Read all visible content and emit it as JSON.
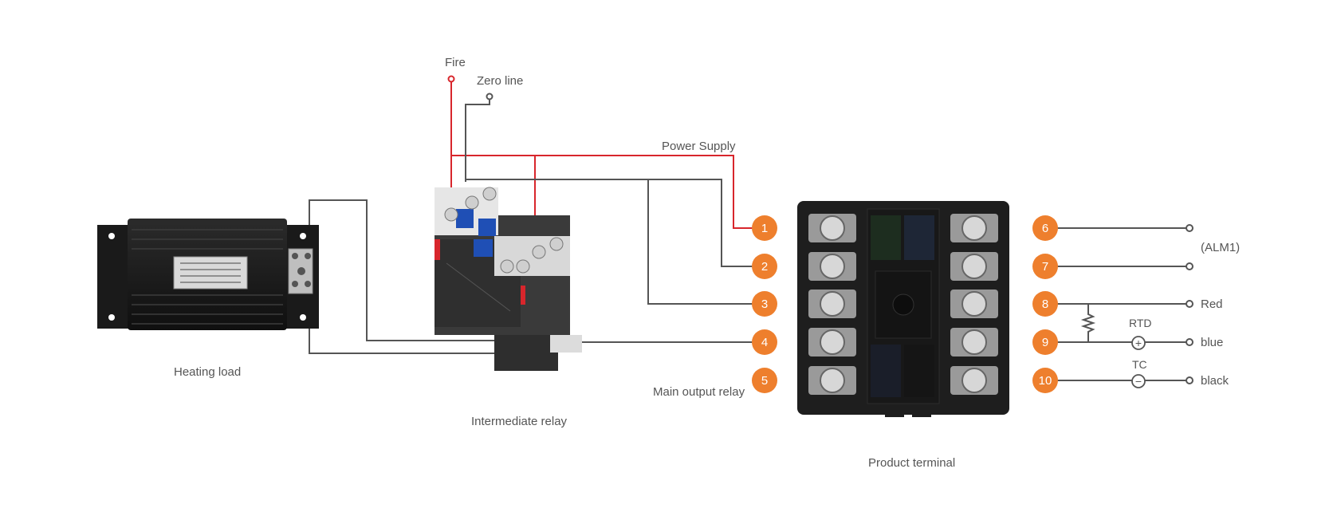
{
  "colors": {
    "accent_orange": "#ee7f2d",
    "fire_red": "#d8262c",
    "wire_gray": "#555555",
    "device_black": "#1e1e1e",
    "relay_blue": "#1f4fb5"
  },
  "labels": {
    "fire": "Fire",
    "zero_line": "Zero line",
    "power_supply": "Power Supply",
    "heating_load": "Heating load",
    "intermediate_relay": "Intermediate relay",
    "main_output_relay": "Main output relay",
    "product_terminal": "Product terminal",
    "alm1": "(ALM1)",
    "red": "Red",
    "blue": "blue",
    "black": "black",
    "rtd": "RTD",
    "tc": "TC"
  },
  "terminals": [
    "1",
    "2",
    "3",
    "4",
    "5",
    "6",
    "7",
    "8",
    "9",
    "10"
  ],
  "icons": {
    "plus": "+",
    "minus": "−"
  }
}
